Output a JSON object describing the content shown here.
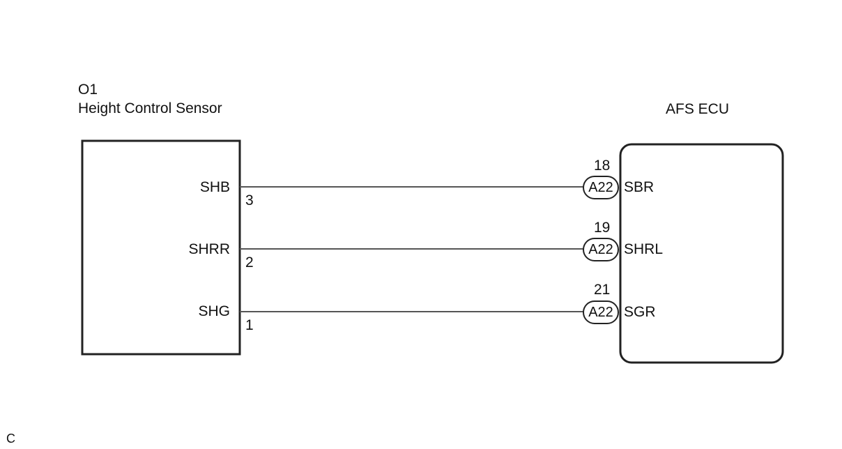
{
  "sensor": {
    "code": "O1",
    "name": "Height Control Sensor",
    "pins": [
      {
        "signal": "SHB",
        "pin": "3"
      },
      {
        "signal": "SHRR",
        "pin": "2"
      },
      {
        "signal": "SHG",
        "pin": "1"
      }
    ]
  },
  "ecu": {
    "name": "AFS ECU",
    "pins": [
      {
        "connector": "A22",
        "pin": "18",
        "signal": "SBR"
      },
      {
        "connector": "A22",
        "pin": "19",
        "signal": "SHRL"
      },
      {
        "connector": "A22",
        "pin": "21",
        "signal": "SGR"
      }
    ]
  },
  "footer": {
    "code": "C"
  }
}
